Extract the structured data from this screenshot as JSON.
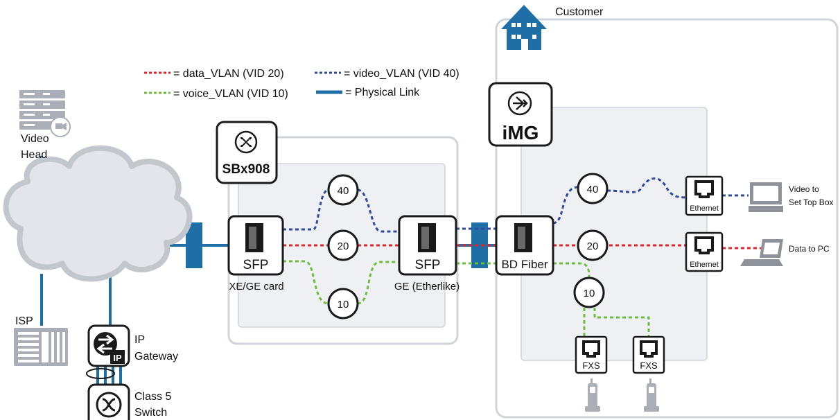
{
  "legend": {
    "data": "= data_VLAN (VID 20)",
    "video": "= video_VLAN (VID 40)",
    "voice": "= voice_VLAN (VID 10)",
    "physical": "= Physical Link"
  },
  "colors": {
    "data": "#e3262a",
    "video": "#2e4b9b",
    "voice": "#6cbf3c",
    "physical": "#1f6fa6",
    "panel_bg": "#eef0f4",
    "panel_border": "#c9ced6"
  },
  "video_head": {
    "line1": "Video",
    "line2": "Head",
    "icon": "video-server-icon"
  },
  "isp": {
    "label": "ISP",
    "icon": "isp-server-icon"
  },
  "ip_gateway": {
    "line1": "IP",
    "line2": "Gateway",
    "badge": "IP",
    "icon": "gateway-icon"
  },
  "class5": {
    "line1": "Class 5",
    "line2": "Switch",
    "icon": "switch-icon"
  },
  "sbx": {
    "title": "SBx908",
    "card_port": "SFP",
    "card_label": "XE/GE card",
    "ge_port": "SFP",
    "ge_label": "GE (Etherlike)"
  },
  "img": {
    "title": "iMG",
    "fiber_port": "BD Fiber"
  },
  "vid": {
    "v40": "40",
    "v20": "20",
    "v10": "10"
  },
  "customer": {
    "label": "Customer",
    "icon": "house-icon"
  },
  "ethernet": {
    "video": "Ethernet",
    "data": "Ethernet"
  },
  "fxs": {
    "a": "FXS",
    "b": "FXS"
  },
  "outputs": {
    "video_line1": "Video to",
    "video_line2": "Set Top Box",
    "data": "Data to PC"
  }
}
